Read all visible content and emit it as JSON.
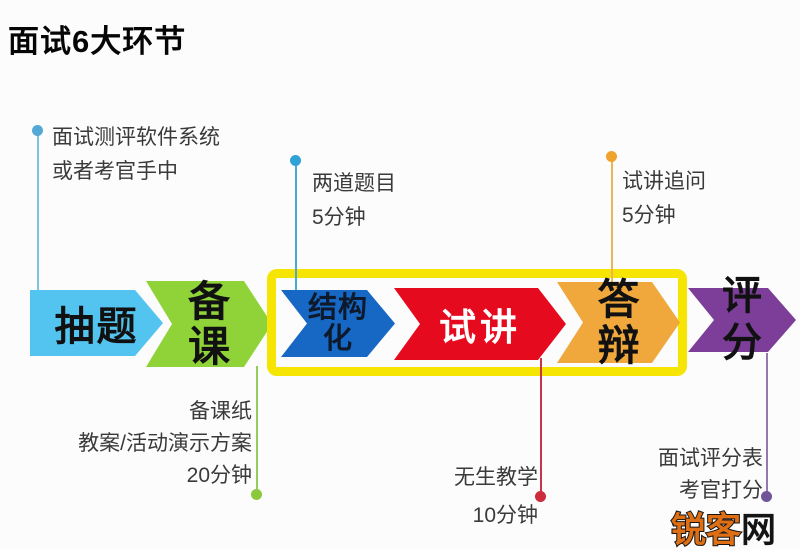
{
  "title": "面试6大环节",
  "steps": [
    {
      "label": "抽题",
      "color": "#53C3EF",
      "text_color": "#111111"
    },
    {
      "label": "备课",
      "chars": [
        "备",
        "课"
      ],
      "color": "#8FD338",
      "text_color": "#111111"
    },
    {
      "label": "结构化",
      "lines": [
        "结构",
        "化"
      ],
      "color": "#1668C4",
      "text_color": "#0e1a2b"
    },
    {
      "label": "试讲",
      "color": "#E60A1E",
      "text_color": "#FFFFFF"
    },
    {
      "label": "答辩",
      "chars": [
        "答",
        "辩"
      ],
      "color": "#F0A83C",
      "text_color": "#111111"
    },
    {
      "label": "评分",
      "chars": [
        "评",
        "分"
      ],
      "color": "#7C3E99",
      "text_color": "#111111"
    }
  ],
  "highlight_box_color": "#F6E403",
  "annotations": {
    "draw": {
      "lines": [
        "面试测评软件系统",
        "或者考官手中"
      ],
      "accent": "#54A8D6"
    },
    "structured": {
      "lines": [
        "两道题目",
        "5分钟"
      ],
      "accent": "#2FA3D6"
    },
    "defense": {
      "lines": [
        "试讲追问",
        "5分钟"
      ],
      "accent": "#EFA32C"
    },
    "prep": {
      "lines": [
        "备课纸",
        "教案/活动演示方案",
        "20分钟"
      ],
      "accent": "#8CC83C"
    },
    "trial": {
      "lines": [
        "无生教学",
        "10分钟"
      ],
      "accent": "#CC2C3C"
    },
    "score": {
      "lines": [
        "面试评分表",
        "考官打分"
      ],
      "accent": "#70549A"
    }
  },
  "watermark": {
    "primary": "锐客",
    "secondary": "网"
  }
}
